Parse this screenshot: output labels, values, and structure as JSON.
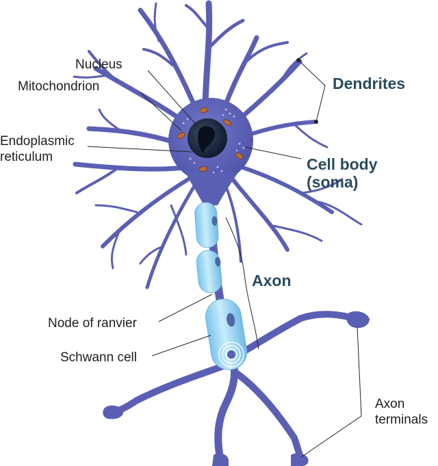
{
  "labels": {
    "nucleus": "Nucleus",
    "mitochondrion": "Mitochondrion",
    "er_line1": "Endoplasmic",
    "er_line2": "reticulum",
    "dendrites": "Dendrites",
    "cell_body_line1": "Cell body",
    "cell_body_line2": "(soma)",
    "axon": "Axon",
    "node_of_ranvier": "Node of  ranvier",
    "schwann_cell": "Schwann cell",
    "axon_terminals_line1": "Axon",
    "axon_terminals_line2": "terminals"
  },
  "colors": {
    "neuron": "#5b5fb4",
    "neuron_dark": "#474a9c",
    "nucleus": "#1c2740",
    "myelin": "#8fd0f2",
    "myelin_light": "#d4effc",
    "mitochondrion": "#b86b3a",
    "leader_line": "#222222",
    "heading_text": "#2b4a5e"
  }
}
